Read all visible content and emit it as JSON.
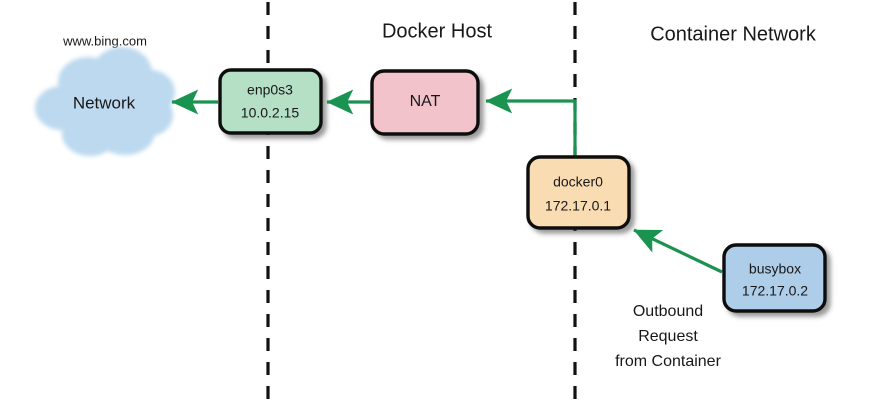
{
  "diagram": {
    "title_internet": "www.bing.com",
    "zones": [
      {
        "id": "docker-host",
        "label": "Docker Host"
      },
      {
        "id": "container-network",
        "label": "Container Network"
      }
    ],
    "cloud": {
      "label": "Network",
      "url_label": "www.bing.com",
      "fill": "#bcd9ef"
    },
    "nodes": [
      {
        "id": "enp0s3",
        "name": "enp0s3",
        "address": "10.0.2.15",
        "fill": "#b5e0c6"
      },
      {
        "id": "nat",
        "name": "NAT",
        "address": "",
        "fill": "#f2c3ca"
      },
      {
        "id": "docker0",
        "name": "docker0",
        "address": "172.17.0.1",
        "fill": "#fadcb2"
      },
      {
        "id": "busybox",
        "name": "busybox",
        "address": "172.17.0.2",
        "fill": "#aecde8"
      }
    ],
    "annotation": {
      "line1": "Outbound",
      "line2": "Request",
      "line3": "from Container"
    },
    "colors": {
      "arrow": "#1a9350",
      "border": "#0c0c0c",
      "text": "#18181a",
      "divider": "#111111",
      "background": "#ffffff"
    }
  }
}
